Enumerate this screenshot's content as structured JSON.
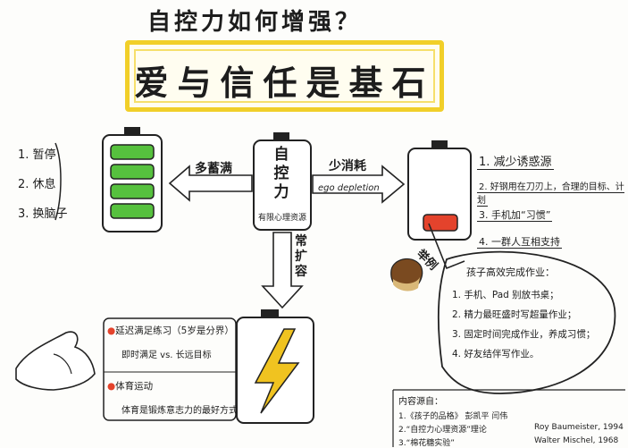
{
  "title": "自控力如何增强？",
  "banner": "爱与信任是基石",
  "left_list": [
    "1. 暂停",
    "2. 休息",
    "3. 换脑子"
  ],
  "arrow_left_label": "多蓄满",
  "center_battery": {
    "label": "自控力",
    "sub": "有限心理资源"
  },
  "arrow_right_label": "少消耗",
  "arrow_right_sub": "ego depletion",
  "arrow_down_label": "常扩容",
  "right_list": [
    "1. 减少诱惑源",
    "2. 好钢用在刀刃上，合理的目标、计划",
    "3. 手机加“习惯”",
    "4. 一群人互相支持"
  ],
  "side_tag": "举例",
  "example": {
    "title": "孩子高效完成作业：",
    "items": [
      "1. 手机、Pad 别放书桌；",
      "2. 精力最旺盛时写超量作业；",
      "3. 固定时间完成作业，养成习惯；",
      "4. 好友结伴写作业。"
    ]
  },
  "grow_list": [
    {
      "title": "延迟满足练习（5岁是分界）",
      "sub": "即时满足 vs. 长远目标"
    },
    {
      "title": "体育运动",
      "sub": "体育是锻炼意志力的最好方式"
    }
  ],
  "sources": {
    "title": "内容源自：",
    "items": [
      {
        "text": "1.《孩子的品格》 彭凯平 闫伟",
        "author": ""
      },
      {
        "text": "2.“自控力心理资源”理论",
        "author": "Roy Baumeister, 1994"
      },
      {
        "text": "3.“棉花糖实验”",
        "author": "Walter Mischel, 1968"
      }
    ]
  },
  "colors": {
    "accent": "#f1cf29",
    "green": "#56c13e",
    "red": "#e4432c",
    "bolt": "#f0c320",
    "bullet": "#e4432c"
  }
}
